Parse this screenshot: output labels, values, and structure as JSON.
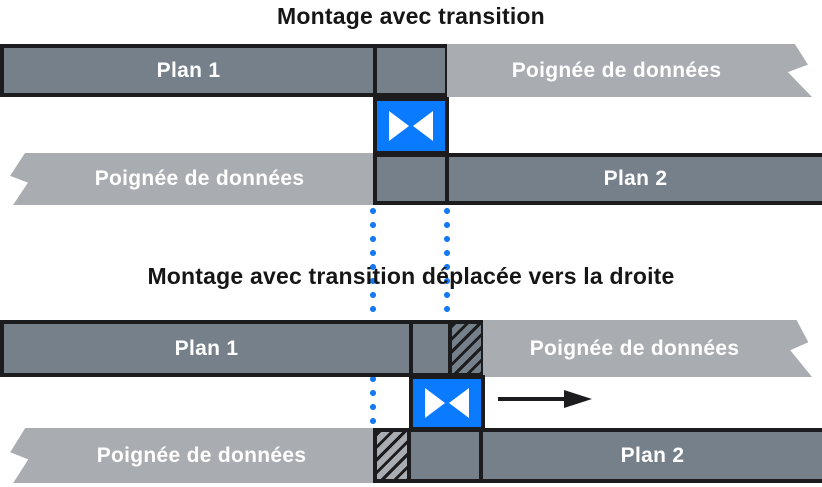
{
  "colors": {
    "clip": "#75808A",
    "handle": "#A9ACB1",
    "border": "#1C1C1E",
    "blue": "#0A7AFF",
    "dots": "#1579F2",
    "title": "#161617",
    "label": "#FFFFFF"
  },
  "sections": {
    "top": {
      "title": "Montage avec transition",
      "row1": {
        "clip": "Plan 1",
        "handle": "Poignée de données"
      },
      "row2": {
        "handle": "Poignée de données",
        "clip": "Plan 2"
      },
      "transition_icon": "bowtie-transition"
    },
    "bottom": {
      "title": "Montage avec transition déplacée vers la droite",
      "row1": {
        "clip": "Plan 1",
        "handle": "Poignée de données"
      },
      "row2": {
        "handle": "Poignée de données",
        "clip": "Plan 2"
      },
      "transition_icon": "bowtie-transition",
      "move_direction": "right"
    }
  }
}
